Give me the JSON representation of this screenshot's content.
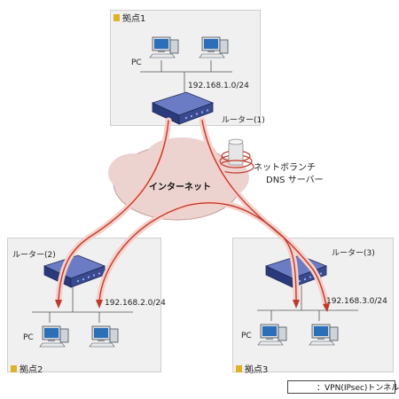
{
  "sites": [
    {
      "tag": "拠点1",
      "router": "ルーター(1)",
      "subnet": "192.168.1.0/24",
      "pc_label": "PC"
    },
    {
      "tag": "拠点2",
      "router": "ルーター(2)",
      "subnet": "192.168.2.0/24",
      "pc_label": "PC"
    },
    {
      "tag": "拠点3",
      "router": "ルーター(3)",
      "subnet": "192.168.3.0/24",
      "pc_label": "PC"
    }
  ],
  "internet_label": "インターネット",
  "dns": {
    "line1": "ネットボランチ",
    "line2": "DNS サーバー"
  },
  "legend": {
    "label": "：VPN(IPsec)トンネル"
  },
  "colors": {
    "site_bg": "#f0f0f0",
    "tag_square": "#e0b128",
    "router_blue": "#3a4a8e",
    "tunnel_red": "#c0392b",
    "tunnel_glow": "#f6cfc9",
    "cloud_fill": "#ecd3d0"
  }
}
